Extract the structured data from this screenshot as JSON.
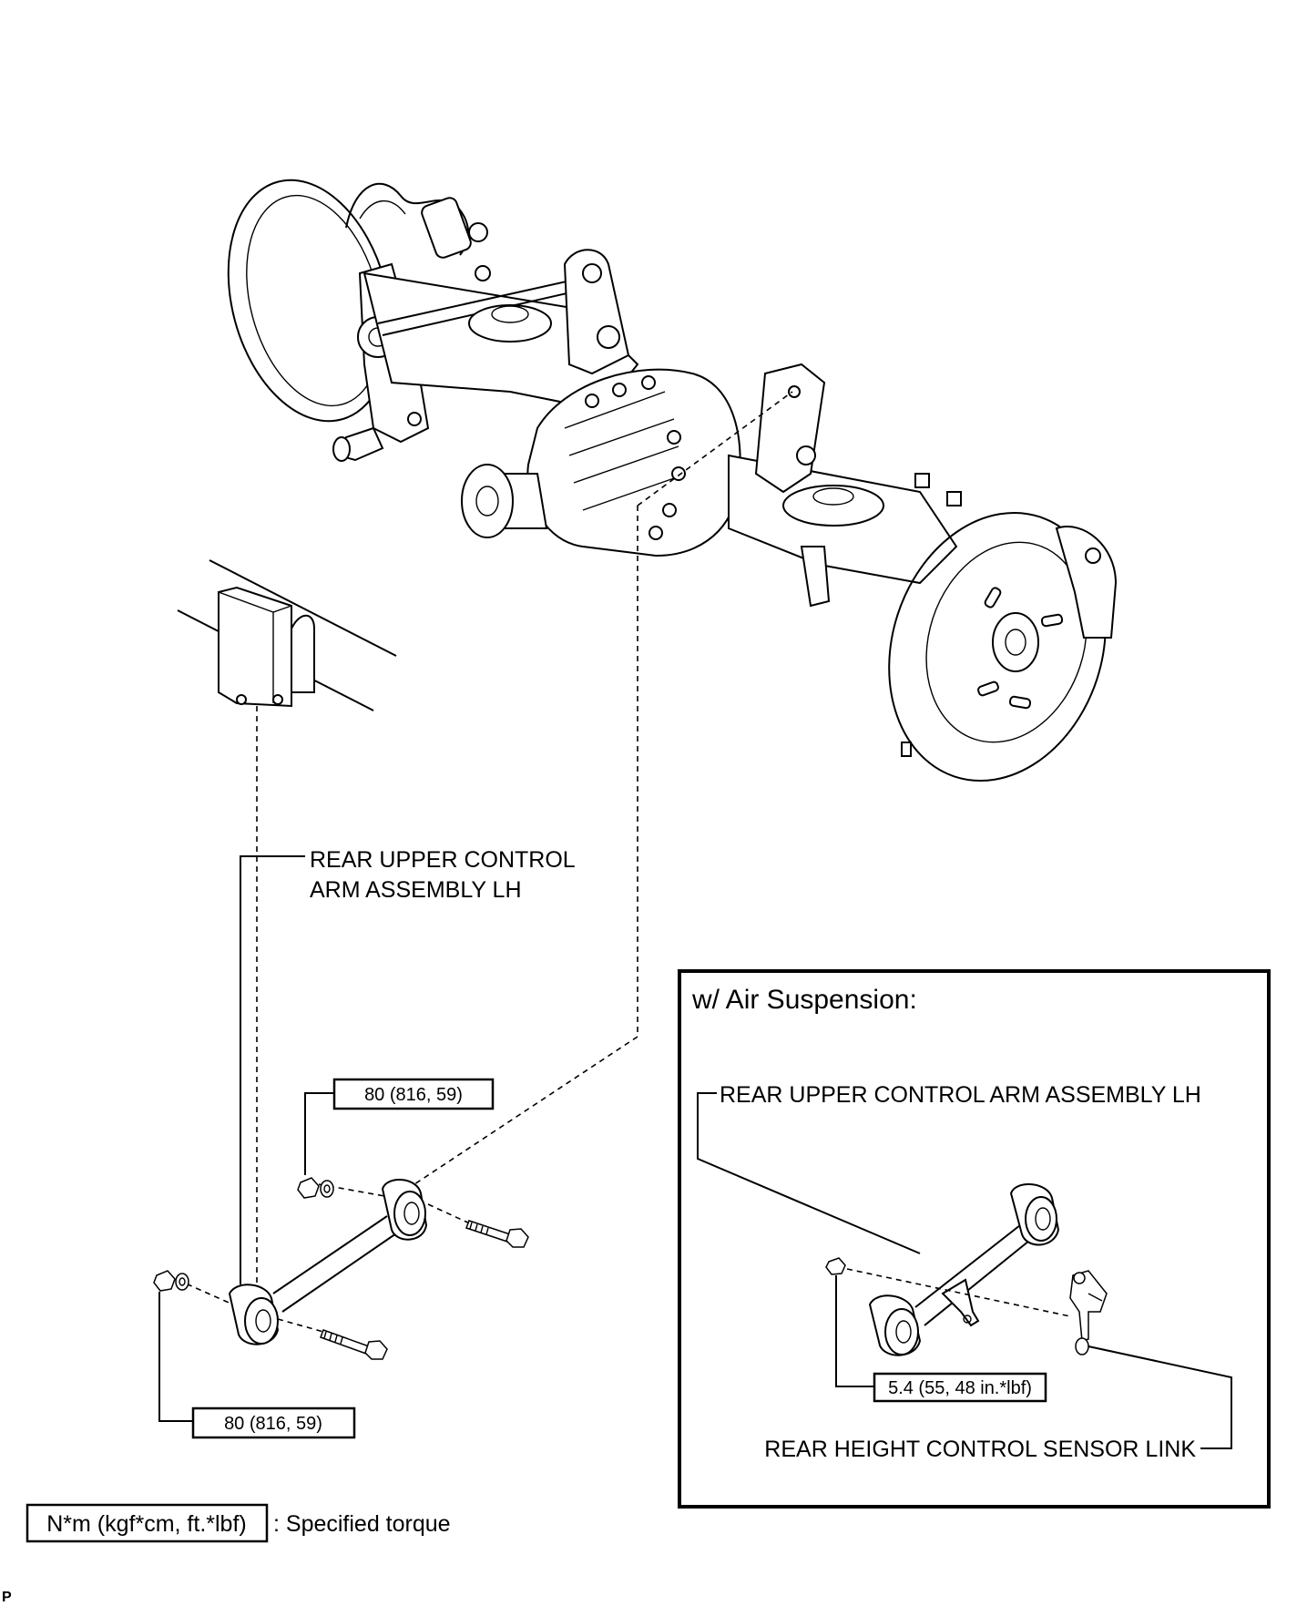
{
  "labels": {
    "upper_arm_main": [
      "REAR UPPER CONTROL",
      "ARM ASSEMBLY LH"
    ],
    "torque_top": "80 (816, 59)",
    "torque_bottom": "80 (816, 59)",
    "inset_title": "w/ Air Suspension:",
    "upper_arm_inset": "REAR UPPER CONTROL ARM ASSEMBLY LH",
    "torque_inset": "5.4 (55, 48 in.*lbf)",
    "sensor_link": "REAR HEIGHT CONTROL SENSOR LINK",
    "legend_box": "N*m (kgf*cm, ft.*lbf)",
    "legend_text": ": Specified torque",
    "corner_mark": "P"
  }
}
